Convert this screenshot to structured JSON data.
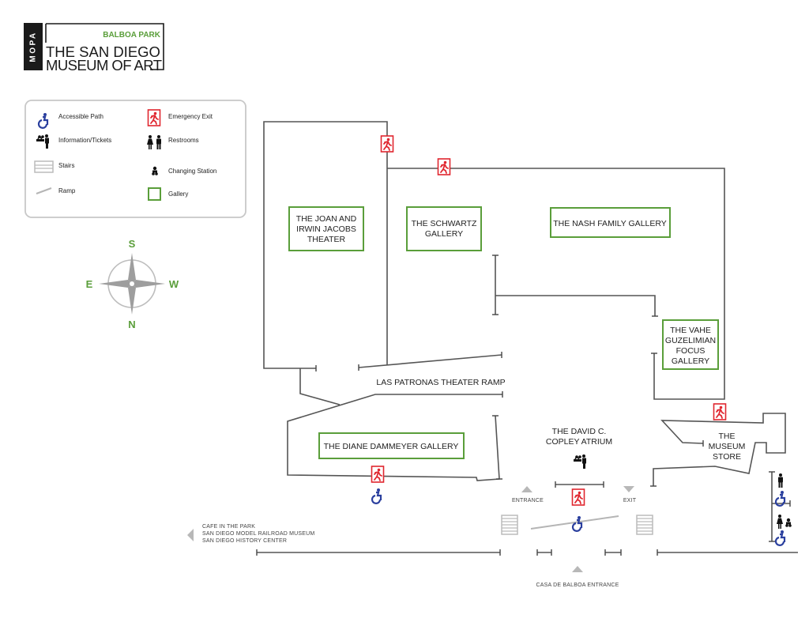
{
  "logo": {
    "vertical_mark": "MOPA",
    "park": "BALBOA PARK",
    "title_line1": "THE SAN DIEGO",
    "title_line2": "MUSEUM OF ART"
  },
  "legend": {
    "items": [
      {
        "icon": "wheelchair-icon",
        "label": "Accessible Path"
      },
      {
        "icon": "information-desk-icon",
        "label": "Information/Tickets"
      },
      {
        "icon": "stairs-icon",
        "label": "Stairs"
      },
      {
        "icon": "ramp-icon",
        "label": "Ramp"
      },
      {
        "icon": "emergency-exit-icon",
        "label": "Emergency Exit"
      },
      {
        "icon": "restroom-icon",
        "label": "Restrooms"
      },
      {
        "icon": "baby-changing-icon",
        "label": "Changing Station"
      },
      {
        "icon": "gallery-icon",
        "label": "Gallery"
      }
    ]
  },
  "compass": {
    "top": "S",
    "left": "E",
    "right": "W",
    "bottom": "N"
  },
  "galleries": {
    "jacobs": [
      "THE JOAN AND",
      "IRWIN JACOBS",
      "THEATER"
    ],
    "schwartz": [
      "THE SCHWARTZ",
      "GALLERY"
    ],
    "nash": [
      "THE NASH FAMILY GALLERY"
    ],
    "guzelimian": [
      "THE VAHE",
      "GUZELIMIAN",
      "FOCUS",
      "GALLERY"
    ],
    "dammeyer": [
      "THE DIANE DAMMEYER GALLERY"
    ]
  },
  "areas": {
    "ramp": "LAS PATRONAS THEATER RAMP",
    "atrium": [
      "THE DAVID C.",
      "COPLEY ATRIUM"
    ],
    "store": [
      "THE",
      "MUSEUM",
      "STORE"
    ]
  },
  "labels": {
    "entrance": "ENTRANCE",
    "exit": "EXIT",
    "casa_entrance": "CASA DE BALBOA ENTRANCE",
    "directions": [
      "CAFE IN THE PARK",
      "SAN DIEGO MODEL RAILROAD MUSEUM",
      "SAN DIEGO HISTORY CENTER"
    ]
  },
  "colors": {
    "gallery_green": "#5a9e3a",
    "exit_red": "#e0262f",
    "accessible_blue": "#2a3f9e",
    "wall_gray": "#555555"
  }
}
